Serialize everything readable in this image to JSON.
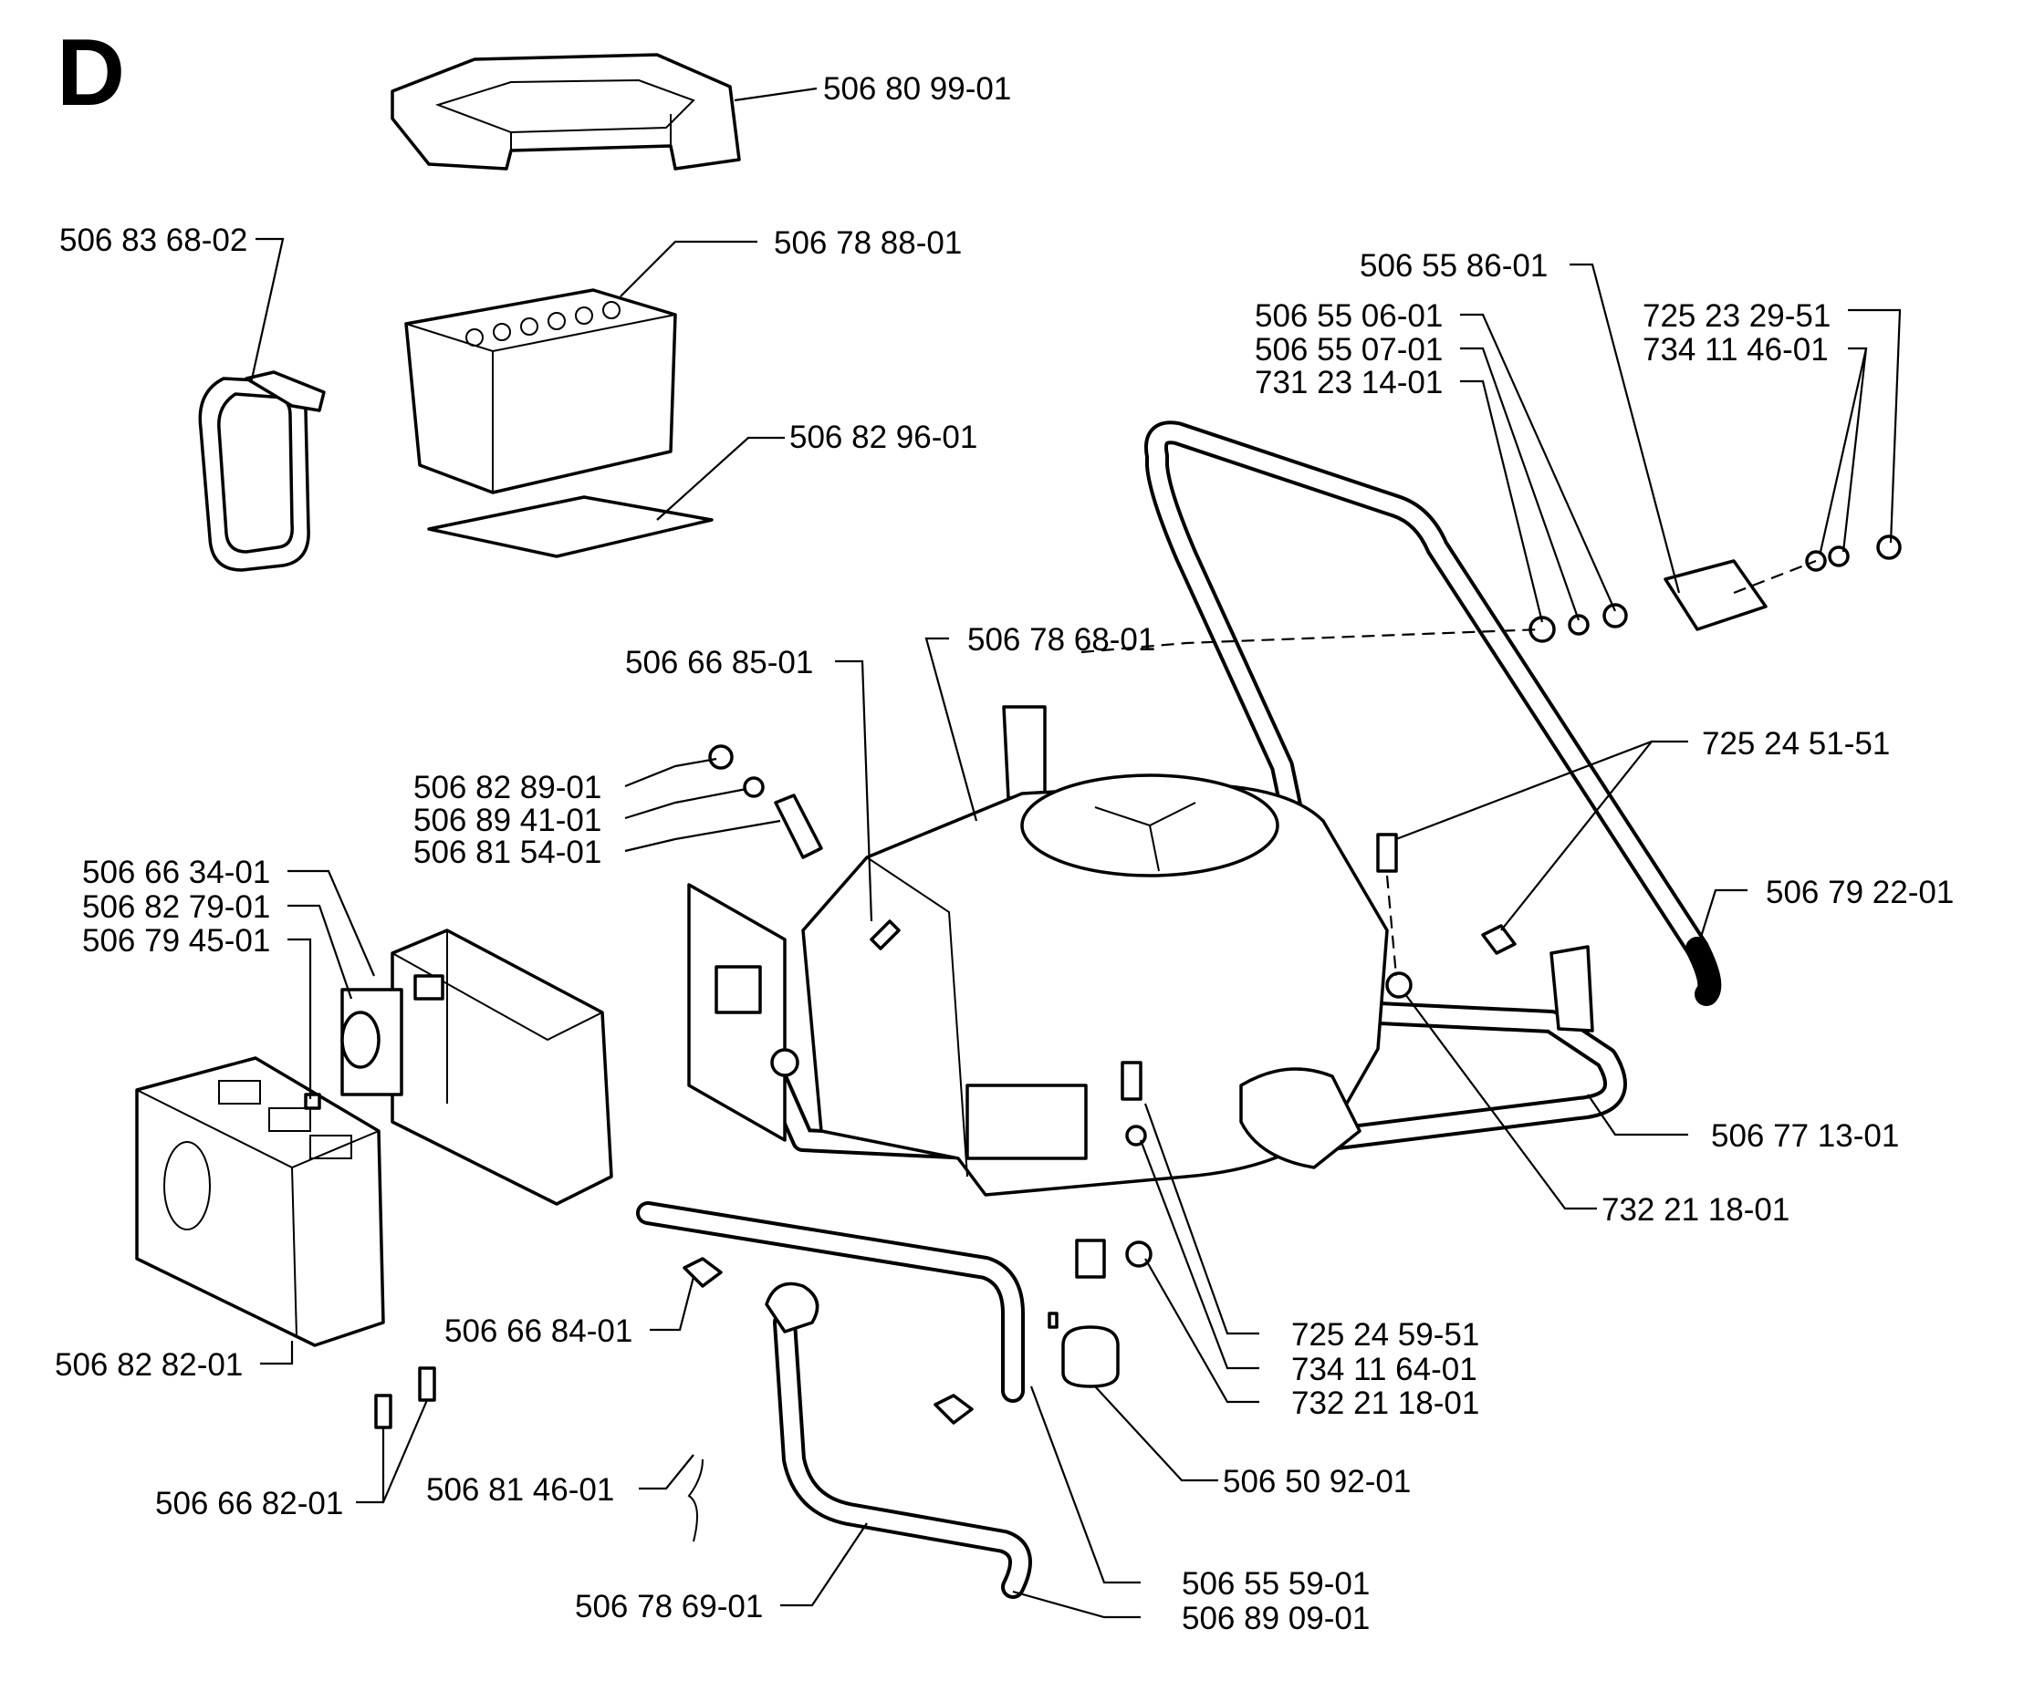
{
  "section_letter": "D",
  "labels": [
    "506 80 99-01",
    "506 83 68-02",
    "506 78 88-01",
    "506 82 96-01",
    "506 55 86-01",
    "506 55 06-01",
    "506 55 07-01",
    "731 23 14-01",
    "725 23 29-51",
    "734 11 46-01",
    "506 66 85-01",
    "506 78 68-01",
    "725 24 51-51",
    "506 82 89-01",
    "506 89 41-01",
    "506 81 54-01",
    "506 79 22-01",
    "506 66 34-01",
    "506 82 79-01",
    "506 79 45-01",
    "506 77 13-01",
    "732 21 18-01",
    "506 66 84-01",
    "725 24 59-51",
    "734 11 64-01",
    "732 21 18-01",
    "506 82 82-01",
    "506 50 92-01",
    "506 81 46-01",
    "506 66 82-01",
    "506 55 59-01",
    "506 78 69-01",
    "506 89 09-01"
  ]
}
